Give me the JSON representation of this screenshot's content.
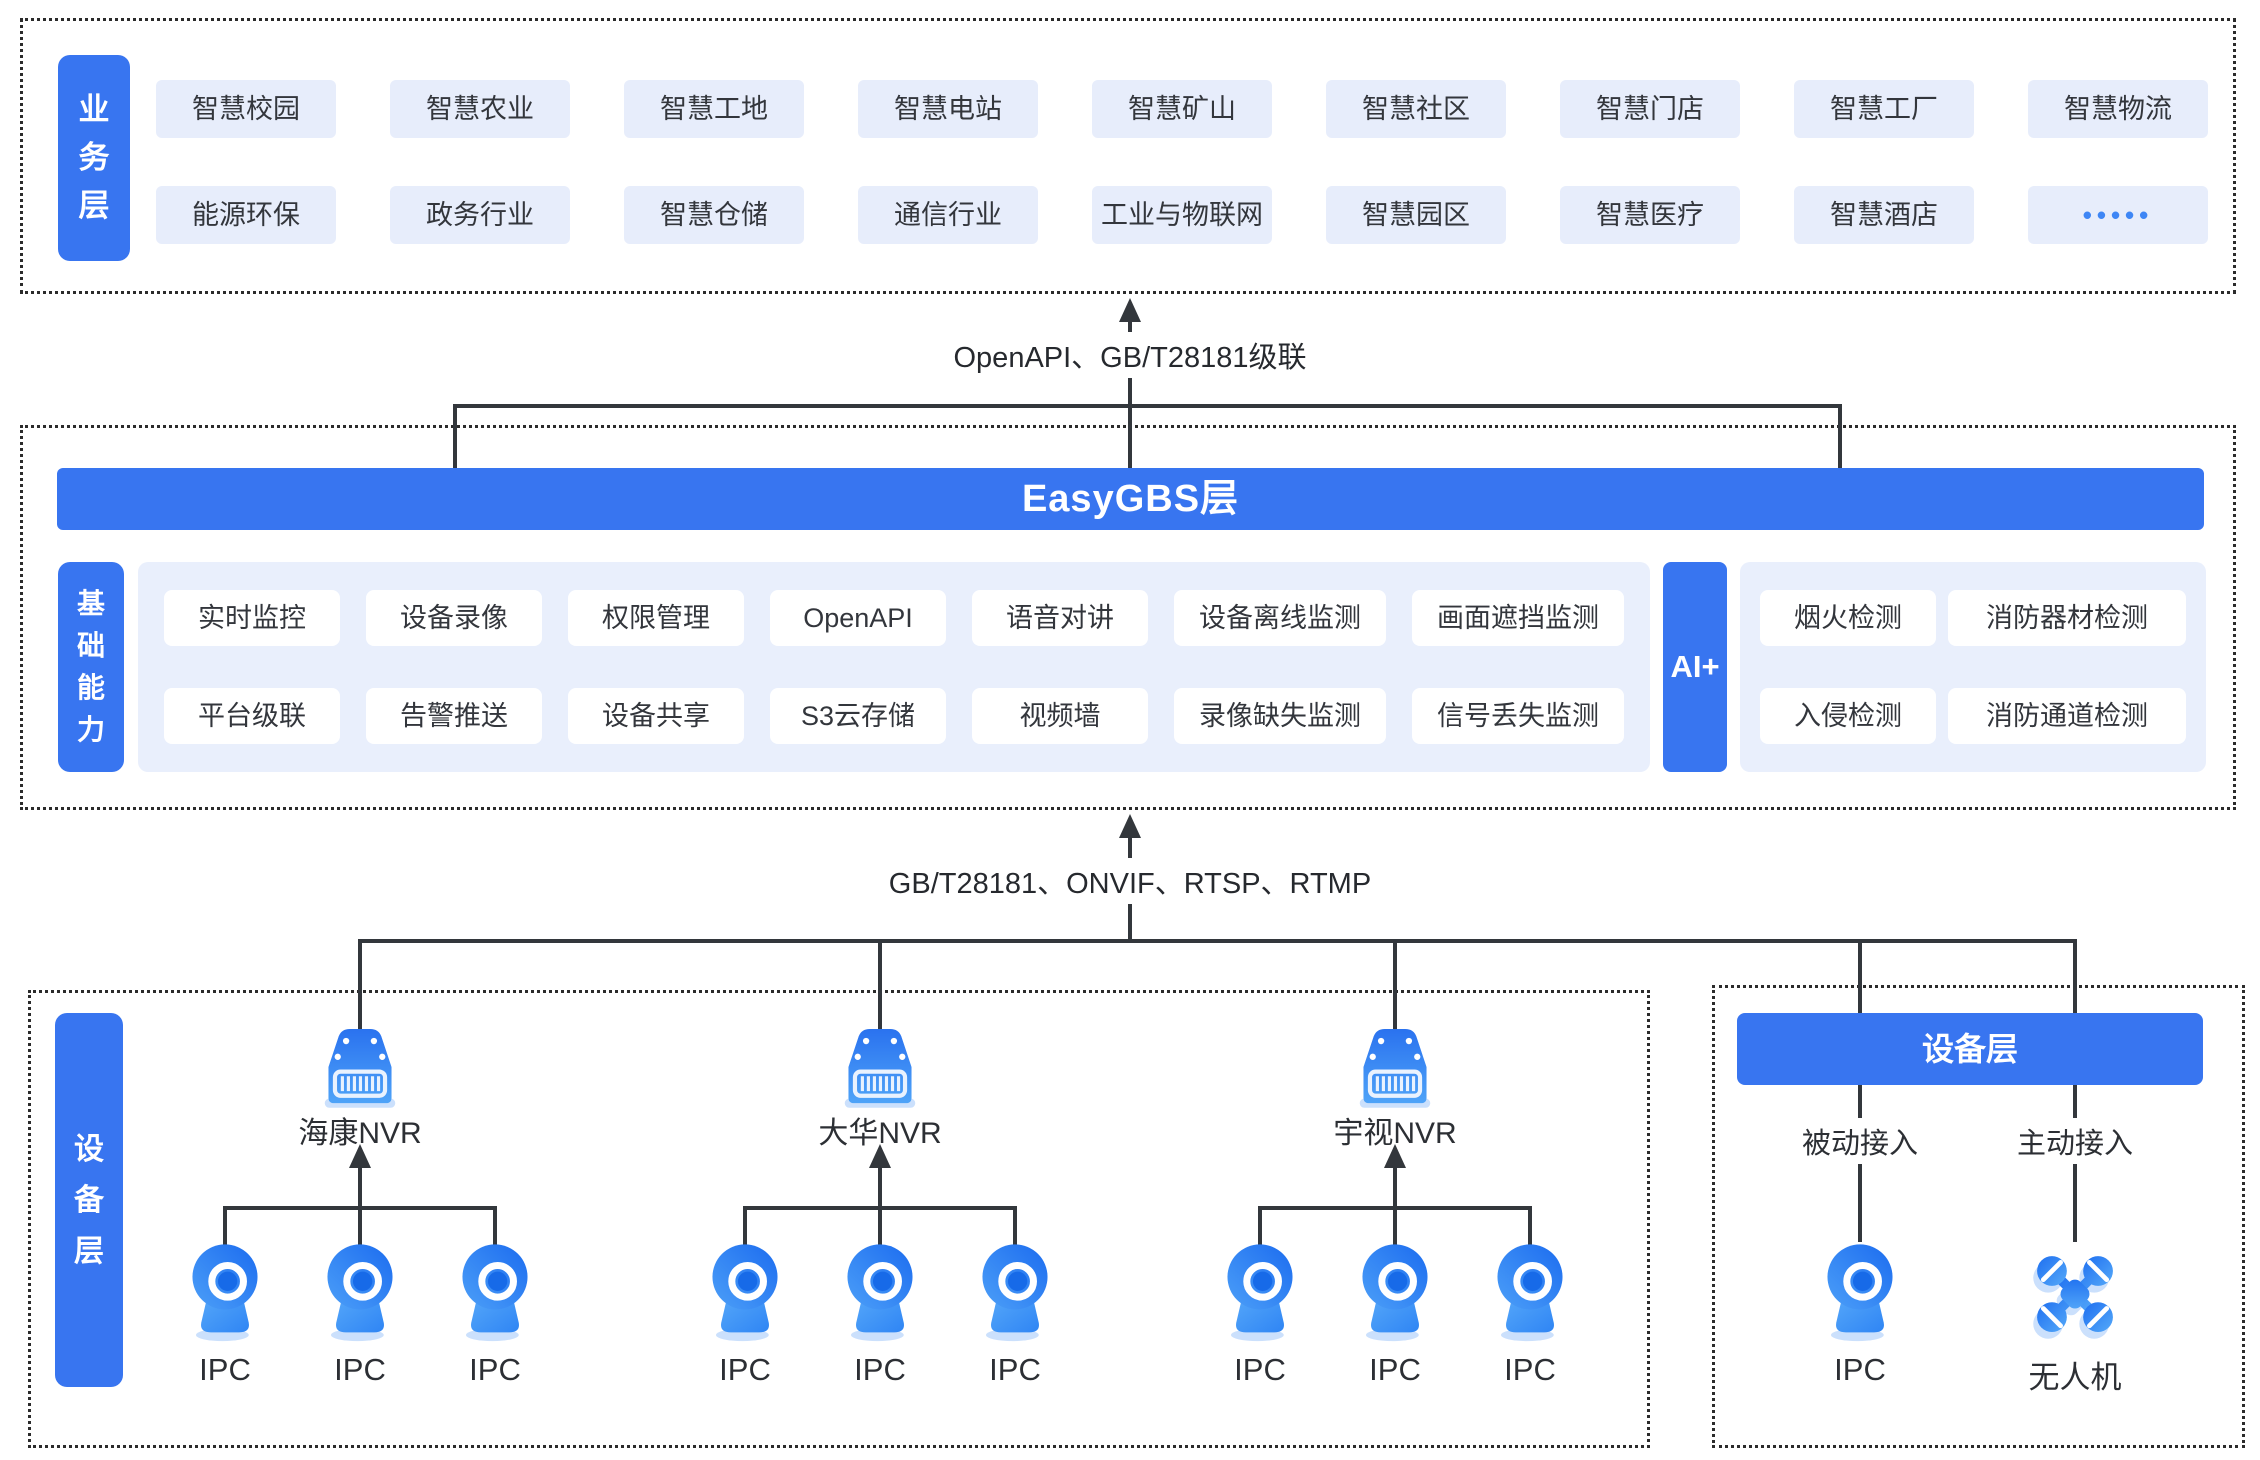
{
  "colors": {
    "primary": "#3875F0",
    "panel_bg": "#E9EFFC",
    "item_bg": "#E7EDFB",
    "line": "#33373C",
    "icon_blue_dark": "#1E6FF0",
    "icon_blue_light": "#55A9F9"
  },
  "business": {
    "label": "业务层",
    "row1": [
      "智慧校园",
      "智慧农业",
      "智慧工地",
      "智慧电站",
      "智慧矿山",
      "智慧社区",
      "智慧门店",
      "智慧工厂",
      "智慧物流"
    ],
    "row2": [
      "能源环保",
      "政务行业",
      "智慧仓储",
      "通信行业",
      "工业与物联网",
      "智慧园区",
      "智慧医疗",
      "智慧酒店"
    ],
    "more": "•••••"
  },
  "connector_top": {
    "label": "OpenAPI、GB/T28181级联"
  },
  "platform": {
    "title": "EasyGBS层"
  },
  "capabilities": {
    "label": "基础能力",
    "row1": [
      "实时监控",
      "设备录像",
      "权限管理",
      "OpenAPI",
      "语音对讲",
      "设备离线监测",
      "画面遮挡监测"
    ],
    "row2": [
      "平台级联",
      "告警推送",
      "设备共享",
      "S3云存储",
      "视频墙",
      "录像缺失监测",
      "信号丢失监测"
    ]
  },
  "ai": {
    "label": "AI+",
    "row1": [
      "烟火检测",
      "消防器材检测"
    ],
    "row2": [
      "入侵检测",
      "消防通道检测"
    ]
  },
  "connector_bottom": {
    "label": "GB/T28181、ONVIF、RTSP、RTMP"
  },
  "device_left": {
    "label": "设备层",
    "groups": [
      {
        "nvr": "海康NVR",
        "cameras": [
          "IPC",
          "IPC",
          "IPC"
        ]
      },
      {
        "nvr": "大华NVR",
        "cameras": [
          "IPC",
          "IPC",
          "IPC"
        ]
      },
      {
        "nvr": "宇视NVR",
        "cameras": [
          "IPC",
          "IPC",
          "IPC"
        ]
      }
    ]
  },
  "device_right": {
    "header": "设备层",
    "columns": [
      {
        "mode": "被动接入",
        "device": "IPC"
      },
      {
        "mode": "主动接入",
        "device": "无人机"
      }
    ]
  }
}
